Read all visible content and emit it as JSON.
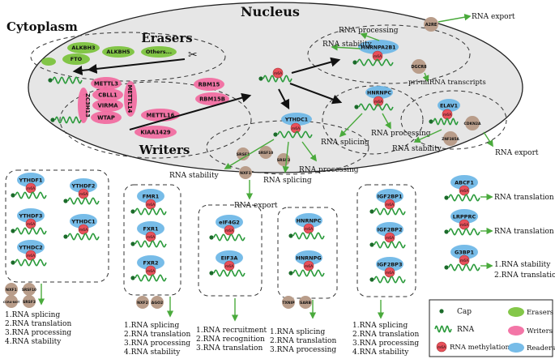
{
  "titles": {
    "nucleus": "Nucleus",
    "cytoplasm": "Cytoplasm"
  },
  "groups": {
    "erasers": "Erasers",
    "writers": "Writers"
  },
  "colors": {
    "eraser": "#79c23a",
    "writer": "#f26aa0",
    "reader": "#6bb6e6",
    "protein": "#b99d8a",
    "rna": "#2a9a3a",
    "cap": "#1b6b2a",
    "methyl": "#e8505b",
    "arrow": "#59b34a",
    "nucleus_fill": "#e6e6e6"
  },
  "erasers": [
    "FTO",
    "ALKBH3",
    "ALKBH5",
    "Others..."
  ],
  "writers": [
    "METTL3",
    "CBLL1",
    "VIRMA",
    "WTAP",
    "ZC3H13",
    "METTL14",
    "METTL16",
    "RBM15",
    "RBM15B",
    "KIAA1429"
  ],
  "m6a": "m6A",
  "nuclear_readers": {
    "hnrnpa2b1": "HNRNPA2B1",
    "hnrnpc": "HNRNPC",
    "ythdc1": "YTHDC1",
    "elav1": "ELAV1"
  },
  "nuclear_factors": {
    "a2re": "A2RE",
    "dgcr8": "DGCR8",
    "srsf1": "SRSF1",
    "srsf10": "SRSF10",
    "srsf3": "SRSF3",
    "nxf1": "NXF1",
    "cdkn2a": "CDKN2A",
    "znf385a": "ZNF385A"
  },
  "nuclear_labels": {
    "rna_export_top": "RNA export",
    "rna_processing_top": "RNA processing",
    "rna_stability_top": "RNA stability",
    "pri_mirna": "pri-miRNA transcripts",
    "rna_splicing_hn": "RNA splicing",
    "rna_processing_hn": "RNA processing",
    "rna_stability_elav": "RNA stability",
    "rna_export_elav": "RNA export",
    "rna_stability_yt": "RNA stability",
    "rna_splicing_yt": "RNA splicing",
    "rna_processing_yt": "RNA processing",
    "rna_export_mid": "RNA export"
  },
  "box1": {
    "readers": [
      "YTHDF1",
      "YTHDF2",
      "YTHDF3",
      "YTHDC1",
      "YTHDC2"
    ],
    "factors": [
      "NXF1",
      "SRSF10",
      "CCR4-NOT",
      "SRSF3"
    ],
    "functions": [
      "1.RNA splicing",
      "2.RNA translation",
      "3.RNA processing",
      "4.RNA stability"
    ]
  },
  "box2": {
    "readers": [
      "FMR1",
      "FXR1",
      "FXR2"
    ],
    "factors": [
      "NXF2",
      "AGO2"
    ],
    "functions": [
      "1.RNA splicing",
      "2.RNA translation",
      "3.RNA processing",
      "4.RNA stability"
    ]
  },
  "box3": {
    "readers": [
      "eIF4G2",
      "EIF3A"
    ],
    "functions": [
      "1.RNA recruitment",
      "2.RNA recognition",
      "3.RNA translation"
    ]
  },
  "box4": {
    "readers": [
      "HNRNPC",
      "HNRNPG"
    ],
    "factors": [
      "TXNIP",
      "SARB"
    ],
    "functions": [
      "1.RNA splicing",
      "2.RNA translation",
      "3.RNA processing"
    ]
  },
  "box5": {
    "readers": [
      "IGF2BP1",
      "IGF2BP2",
      "IGF2BP3"
    ],
    "functions": [
      "1.RNA splicing",
      "2.RNA translation",
      "3.RNA processing",
      "4.RNA stability"
    ]
  },
  "box6": {
    "readers": [
      "ABCF1",
      "LRPPRC",
      "G3BP1"
    ],
    "functions": [
      "RNA translation",
      "RNA translation",
      "1.RNA stability",
      "2.RNA translation"
    ]
  },
  "legend": {
    "cap": "Cap",
    "rna": "RNA",
    "methylation": "RNA methylation",
    "erasers": "Erasers",
    "writers": "Writers",
    "readers": "Readers"
  }
}
